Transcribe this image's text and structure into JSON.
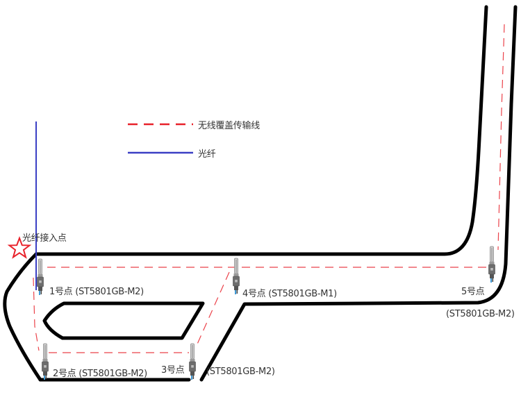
{
  "legend": {
    "items": [
      {
        "label": "无线覆盖传输线",
        "style": "dashed",
        "color": "#e8212a"
      },
      {
        "label": "光纤",
        "style": "solid",
        "color": "#3a3fc4"
      }
    ]
  },
  "fiber_access": {
    "label": "光纤接入点",
    "icon": "star-icon",
    "color": "#e8212a"
  },
  "colors": {
    "road": "#000000",
    "wireless_line": "#e8212a",
    "fiber_line": "#3a3fc4",
    "label_text": "#333333"
  },
  "nodes": [
    {
      "id": 1,
      "name": "1号点",
      "model": "(ST5801GB-M2)",
      "label": "1号点 (ST5801GB-M2)"
    },
    {
      "id": 2,
      "name": "2号点",
      "model": "(ST5801GB-M2)",
      "label": "2号点 (ST5801GB-M2)"
    },
    {
      "id": 3,
      "name": "3号点",
      "model": "(ST5801GB-M2)"
    },
    {
      "id": 4,
      "name": "4号点",
      "model": "(ST5801GB-M1)",
      "label": "4号点 (ST5801GB-M1)"
    },
    {
      "id": 5,
      "name": "5号点",
      "model": "(ST5801GB-M2)"
    }
  ]
}
